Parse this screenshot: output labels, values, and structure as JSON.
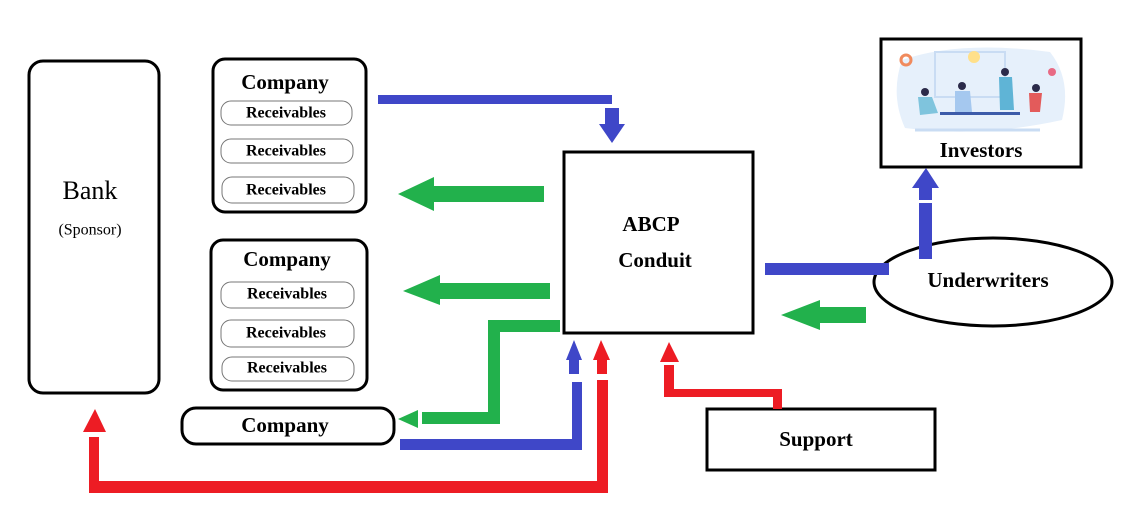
{
  "colors": {
    "blue": "#3f47c8",
    "green": "#22b14c",
    "red": "#ed1c24",
    "border": "#000000"
  },
  "bank": {
    "title": "Bank",
    "subtitle": "(Sponsor)"
  },
  "company1": {
    "title": "Company",
    "receivables": [
      "Receivables",
      "Receivables",
      "Receivables"
    ]
  },
  "company2": {
    "title": "Company",
    "receivables": [
      "Receivables",
      "Receivables",
      "Receivables"
    ]
  },
  "company3": {
    "title": "Company"
  },
  "conduit": {
    "line1": "ABCP",
    "line2": "Conduit"
  },
  "investors": {
    "title": "Investors",
    "image": "team-meeting-illustration"
  },
  "underwriters": {
    "title": "Underwriters"
  },
  "support": {
    "title": "Support"
  }
}
